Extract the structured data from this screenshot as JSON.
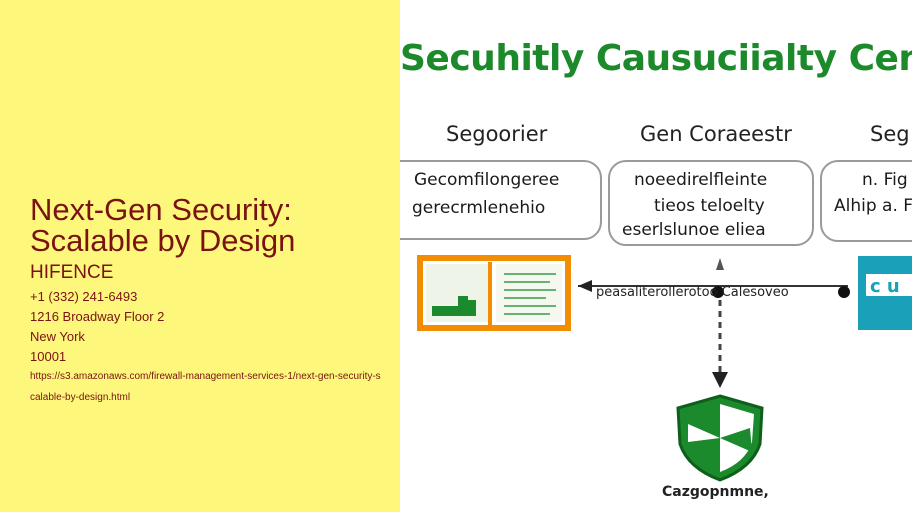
{
  "page": {
    "title": "Next-Gen Security: Scalable by Design",
    "brand": "HIFENCE",
    "phone": "+1 (332) 241-6493",
    "address": "1216 Broadway Floor 2",
    "city": "New York",
    "zip": "10001",
    "url": "https://s3.amazonaws.com/firewall-management-services-1/next-gen-security-scalable-by-design.html"
  },
  "image": {
    "heading": "Secuhitly Causuciialty Cenclr",
    "columns": [
      {
        "label": "Segoorier",
        "text": [
          "Gecomfilongeree",
          "gerecrmlenehio"
        ]
      },
      {
        "label": "Gen Coraeestr",
        "text": [
          "noeedirelfleinte",
          "tieos teloelty",
          "eserlslunoe eliea"
        ]
      },
      {
        "label": "Seg",
        "text": [
          "n. Fig",
          "Alhip a. F"
        ]
      }
    ],
    "connector_label": "peasaliterollerotoo Calesoveo",
    "shield_label": "Cazgopnmne,",
    "colors": {
      "heading": "#1c8a2b",
      "orange": "#f28c00",
      "teal": "#1aa0b8",
      "shield": "#1b8a2c"
    }
  }
}
